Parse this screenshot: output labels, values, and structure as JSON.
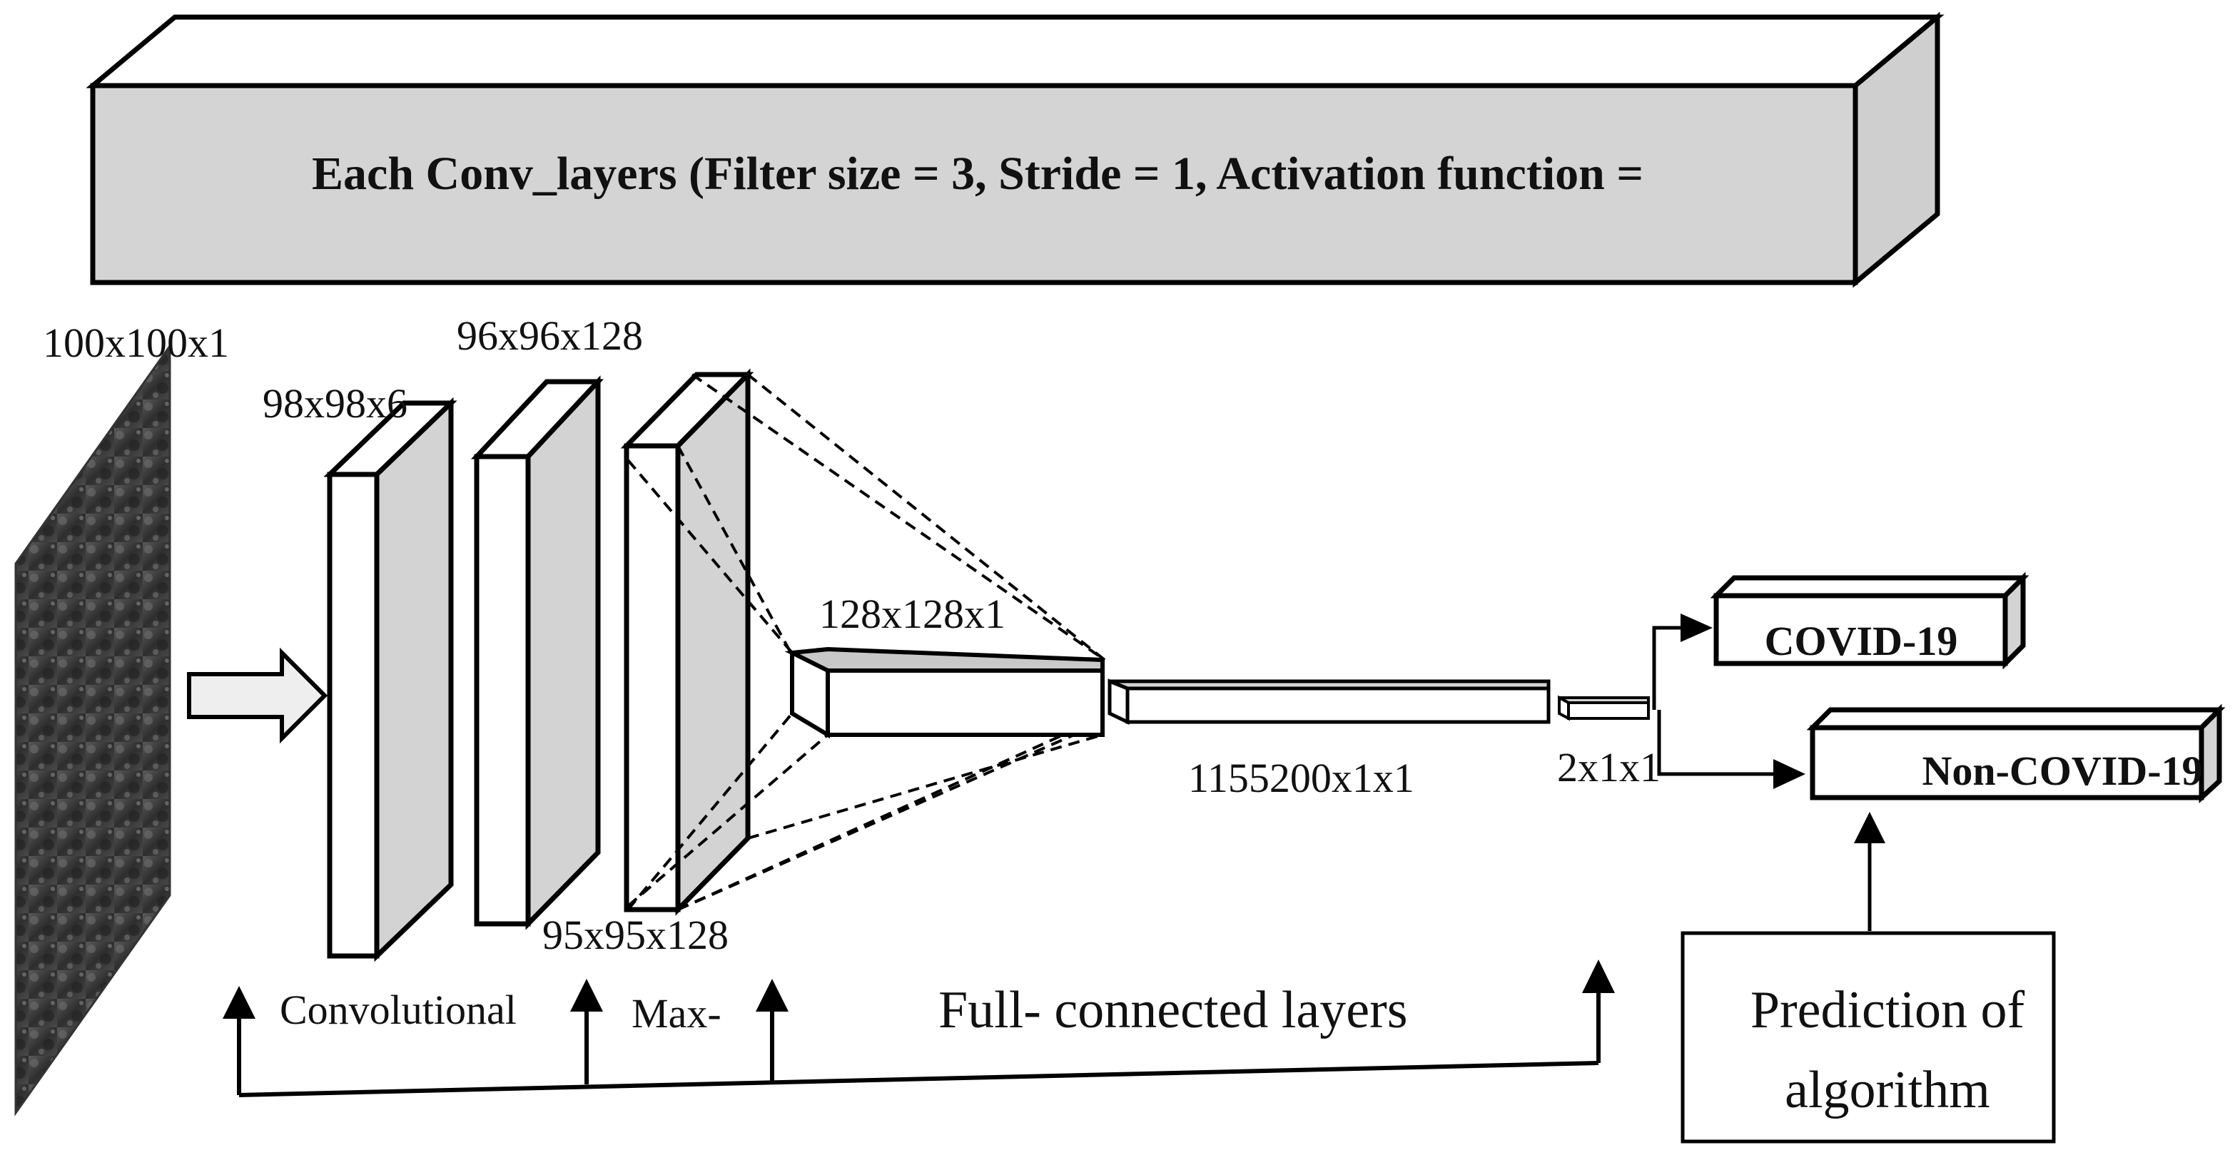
{
  "banner": {
    "text": "Each Conv_layers (Filter size = 3, Stride = 1, Activation function ="
  },
  "dimensions": {
    "input": "100x100x1",
    "conv1": "98x98x6",
    "conv2": "96x96x128",
    "pool": "95x95x128",
    "flatten": "128x128x1",
    "dense": "1155200x1x1",
    "output": "2x1x1"
  },
  "outputs": {
    "class_a": "COVID-19",
    "class_b": "Non-COVID-19"
  },
  "bottom_labels": {
    "conv": "Convolutional",
    "pool": "Max-",
    "fc": "Full- connected layers"
  },
  "prediction": {
    "line1": "Prediction of",
    "line2": "algorithm"
  },
  "colors": {
    "stroke": "#000000",
    "face_gray": "#d3d3d3",
    "banner_gray": "#d4d4d4",
    "white": "#ffffff"
  }
}
